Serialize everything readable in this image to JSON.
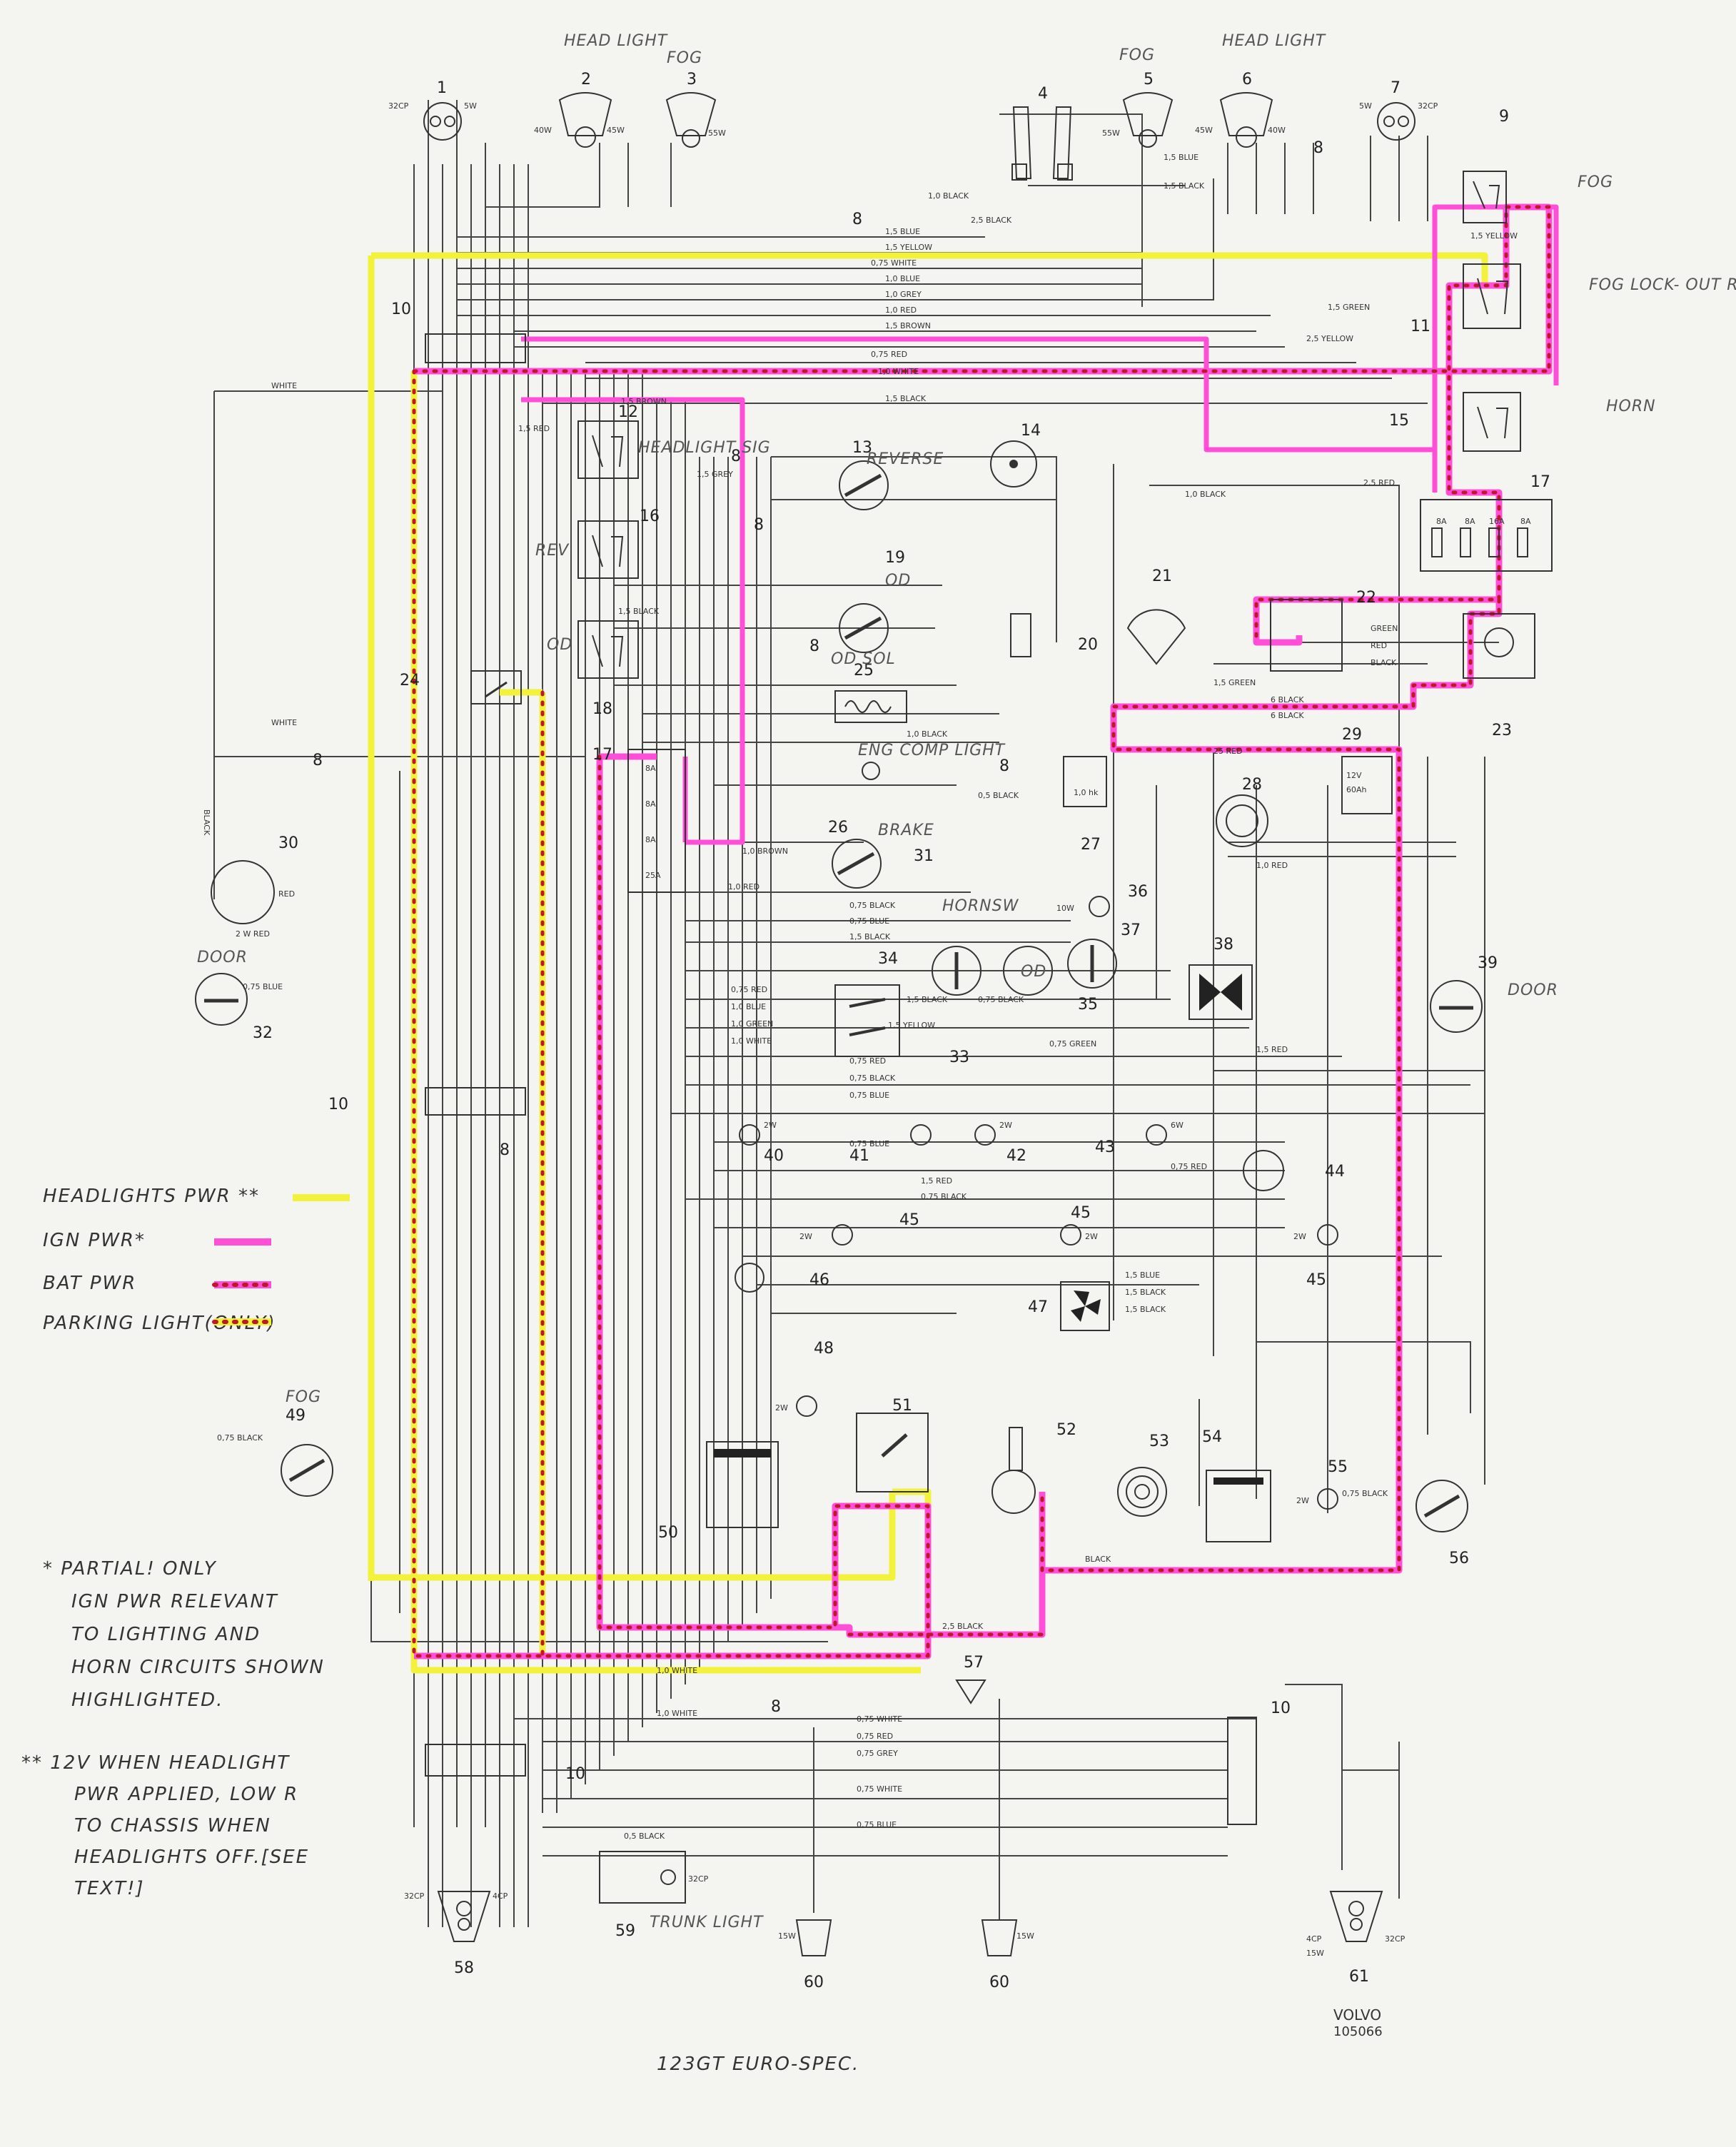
{
  "diagram": {
    "title": "123GT EURO-SPEC.",
    "maker": "VOLVO",
    "drawing_no": "105066"
  },
  "legend": [
    {
      "label": "HEADLIGHTS PWR **",
      "color": "#f2f23a",
      "style": "solid"
    },
    {
      "label": "IGN PWR*",
      "color": "#ff4fd8",
      "style": "solid"
    },
    {
      "label": "BAT PWR",
      "color": "#e0218a",
      "style": "dotted-red"
    },
    {
      "label": "PARKING LIGHT(ONLY)",
      "color": "#f2f23a",
      "style": "dotted-red"
    }
  ],
  "notes": {
    "partial": [
      "* PARTIAL! ONLY",
      "IGN PWR RELEVANT",
      "TO LIGHTING AND",
      "HORN CIRCUITS SHOWN",
      "HIGHLIGHTED."
    ],
    "headlight": [
      "** 12V WHEN HEADLIGHT",
      "PWR APPLIED, LOW R",
      "TO CHASSIS WHEN",
      "HEADLIGHTS OFF.[SEE",
      "TEXT!]"
    ]
  },
  "handwritten": {
    "head_light_left": "HEAD LIGHT",
    "fog_left": "FOG",
    "fog_right": "FOG",
    "head_light_right": "HEAD LIGHT",
    "fog_relay": "FOG",
    "fog_lockout": "FOG LOCK- OUT RELAY",
    "horn": "HORN",
    "headlight_sig": "HEADLIGHT SIG",
    "reverse": "REVERSE",
    "rev": "REV",
    "od_relay": "OD",
    "od_lamp": "OD",
    "od_sol": "OD SOL",
    "eng_comp_light": "ENG COMP LIGHT",
    "brake": "BRAKE",
    "hornsw": "HORNSW",
    "od_sw": "OD",
    "door_left": "DOOR",
    "door_right": "DOOR",
    "fog_49": "FOG",
    "trunk_light": "TRUNK LIGHT"
  },
  "components": [
    {
      "n": "1",
      "spec": [
        "32CP",
        "5W"
      ]
    },
    {
      "n": "2",
      "spec": [
        "40W",
        "45W"
      ]
    },
    {
      "n": "3",
      "spec": [
        "55W"
      ]
    },
    {
      "n": "4"
    },
    {
      "n": "5",
      "spec": [
        "55W"
      ]
    },
    {
      "n": "6",
      "spec": [
        "45W",
        "40W"
      ]
    },
    {
      "n": "7",
      "spec": [
        "5W",
        "32CP"
      ]
    },
    {
      "n": "8"
    },
    {
      "n": "9"
    },
    {
      "n": "10"
    },
    {
      "n": "11"
    },
    {
      "n": "12"
    },
    {
      "n": "13"
    },
    {
      "n": "14"
    },
    {
      "n": "15"
    },
    {
      "n": "16"
    },
    {
      "n": "17"
    },
    {
      "n": "18"
    },
    {
      "n": "19"
    },
    {
      "n": "20"
    },
    {
      "n": "21"
    },
    {
      "n": "22"
    },
    {
      "n": "23"
    },
    {
      "n": "24"
    },
    {
      "n": "25"
    },
    {
      "n": "26"
    },
    {
      "n": "27"
    },
    {
      "n": "28"
    },
    {
      "n": "29",
      "spec": [
        "12V",
        "60Ah"
      ]
    },
    {
      "n": "30"
    },
    {
      "n": "31"
    },
    {
      "n": "32"
    },
    {
      "n": "33"
    },
    {
      "n": "34"
    },
    {
      "n": "35"
    },
    {
      "n": "36",
      "spec": [
        "10W"
      ]
    },
    {
      "n": "37"
    },
    {
      "n": "38"
    },
    {
      "n": "39"
    },
    {
      "n": "40",
      "spec": [
        "2W"
      ]
    },
    {
      "n": "41"
    },
    {
      "n": "42",
      "spec": [
        "2W"
      ]
    },
    {
      "n": "43",
      "spec": [
        "6W"
      ]
    },
    {
      "n": "44"
    },
    {
      "n": "45",
      "spec": [
        "2W"
      ]
    },
    {
      "n": "46"
    },
    {
      "n": "47"
    },
    {
      "n": "48",
      "spec": [
        "2W"
      ]
    },
    {
      "n": "49"
    },
    {
      "n": "50"
    },
    {
      "n": "51"
    },
    {
      "n": "52"
    },
    {
      "n": "53"
    },
    {
      "n": "54"
    },
    {
      "n": "55",
      "spec": [
        "2W"
      ]
    },
    {
      "n": "56"
    },
    {
      "n": "57"
    },
    {
      "n": "58",
      "spec": [
        "32CP",
        "4CP"
      ]
    },
    {
      "n": "59",
      "spec": [
        "32CP"
      ]
    },
    {
      "n": "60",
      "spec": [
        "15W"
      ]
    },
    {
      "n": "61",
      "spec": [
        "4CP",
        "32CP",
        "15W"
      ]
    }
  ],
  "bus_wires": [
    "1,5 BLUE",
    "1,5 YELLOW",
    "0,75 WHITE",
    "1,0 BLUE",
    "1,0 GREY",
    "1,0 RED",
    "1,5 BROWN",
    "0,75 RED",
    "1,0 WHITE",
    "1,5 BLACK"
  ],
  "wire_labels": {
    "w_whiteL": "WHITE",
    "w_whiteL2": "WHITE",
    "w_25yellow": "2,5 YELLOW",
    "w_15green": "1,5 GREEN",
    "w_10black_top": "1,0 BLACK",
    "w_25black_top": "2,5 BLACK",
    "w_15blue_r": "1,5 BLUE",
    "w_15black_r": "1,5 BLACK",
    "w_15yellow_r": "1,5 YELLOW",
    "w_25red_r": "2,5 RED",
    "w_10black_mid": "1,0 BLACK",
    "w_15brown_12": "1,5 BROWN",
    "w_15red_12": "1,5 RED",
    "w_15grey_12": "1,5 GREY",
    "w_15black_18": "1,5 BLACK",
    "w_15green_22": "1,5 GREEN",
    "w_6black_a": "6 BLACK",
    "w_6black_b": "6 BLACK",
    "w_green_22": "GREEN",
    "w_red_22": "RED",
    "w_black_22": "BLACK",
    "w_25red_29": "25 RED",
    "w_10brown_31": "1,0 BROWN",
    "w_10red_31": "1,0 RED",
    "w_075black_36": "0,75 BLACK",
    "w_075blue_36": "0,75 BLUE",
    "w_15black_36": "1,5 BLACK",
    "w_15black_34": "1,5 BLACK",
    "w_075black_35": "0,75 BLACK",
    "w_075red_33": "0,75 RED",
    "w_10blue_33": "1,0 BLUE",
    "w_10green_33": "1,0 GREEN",
    "w_10white_33": "1,0 WHITE",
    "w_15yellow_33": "1,5 YELLOW",
    "w_075green_33": "0,75 GREEN",
    "w_075red_b": "0,75 RED",
    "w_075black_b": "0,75 BLACK",
    "w_075blue_b": "0,75 BLUE",
    "w_075blue_41": "0,75 BLUE",
    "w_075red_43": "0,75 RED",
    "w_15red_44": "1,5 RED",
    "w_075black_44": "0,75 BLACK",
    "w_15red_38": "1,5 RED",
    "w_10red_28": "1,0 RED",
    "w_075blue_32": "0,75 BLUE",
    "w_red_30": "RED",
    "w_2wred_30": "2 W RED",
    "w_075black_49": "0,75 BLACK",
    "w_075black_55": "0,75 BLACK",
    "w_black_52": "BLACK",
    "w_25black_bot": "2,5 BLACK",
    "w_10white_bot": "1,0 WHITE",
    "w_10white_bot2": "1,0 WHITE",
    "w_075white_r1": "0,75 WHITE",
    "w_075red_r2": "0,75 RED",
    "w_075grey_r3": "0,75 GREY",
    "w_075white_r4": "0,75 WHITE",
    "w_075blue_r5": "0,75 BLUE",
    "w_05black_59": "0,5 BLACK",
    "w_10black_25": "1,0 BLACK",
    "w_05black_25": "0,5 BLACK",
    "w_15blue_47": "1,5 BLUE",
    "w_15black_47": "1,5 BLACK",
    "w_15black_47b": "1,5 BLACK",
    "w_fuse8A_a": "8A",
    "w_fuse8A_b": "8A",
    "w_fuse8A_c": "8A",
    "w_fuse25A": "25A",
    "w_fuse16A": "16A",
    "w_fuse8A_d": "8A",
    "w_fuse8A_e": "8A",
    "w_fuse8A_f": "8A",
    "w_1_0hk": "1,0 hk",
    "w_black_30": "BLACK"
  }
}
